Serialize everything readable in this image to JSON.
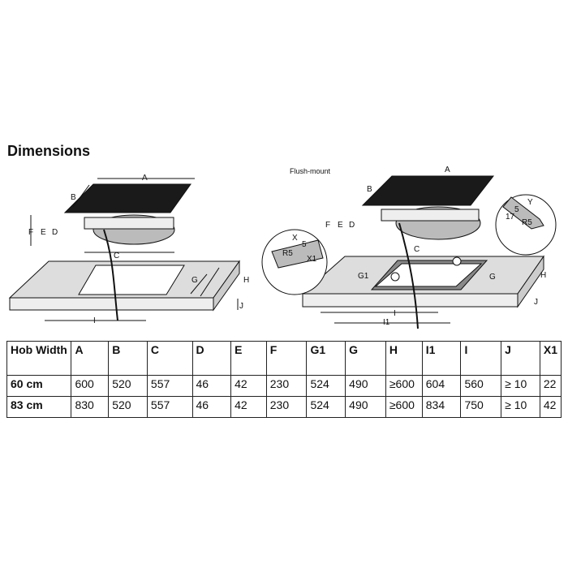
{
  "title": "Dimensions",
  "flush_label": "Flush-mount",
  "diagram_left": {
    "labels": {
      "A": "A",
      "B": "B",
      "C": "C",
      "D": "D",
      "E": "E",
      "F": "F",
      "G": "G",
      "H": "H",
      "I": "I",
      "J": "J"
    }
  },
  "diagram_right": {
    "labels": {
      "A": "A",
      "B": "B",
      "C": "C",
      "D": "D",
      "E": "E",
      "F": "F",
      "G": "G",
      "G1": "G1",
      "H": "H",
      "I": "I",
      "I1": "I1",
      "J": "J",
      "X": "X",
      "Y": "Y",
      "R5": "R5",
      "five": "5",
      "X1": "X1",
      "seventeen": "17"
    }
  },
  "table": {
    "headers": [
      "Hob Width",
      "A",
      "B",
      "C",
      "D",
      "E",
      "F",
      "G1",
      "G",
      "H",
      "I1",
      "I",
      "J",
      "X1"
    ],
    "rows": [
      [
        "60 cm",
        "600",
        "520",
        "557",
        "46",
        "42",
        "230",
        "524",
        "490",
        "≥600",
        "604",
        "560",
        "≥ 10",
        "22"
      ],
      [
        "83 cm",
        "830",
        "520",
        "557",
        "46",
        "42",
        "230",
        "524",
        "490",
        "≥600",
        "834",
        "750",
        "≥ 10",
        "42"
      ]
    ]
  }
}
